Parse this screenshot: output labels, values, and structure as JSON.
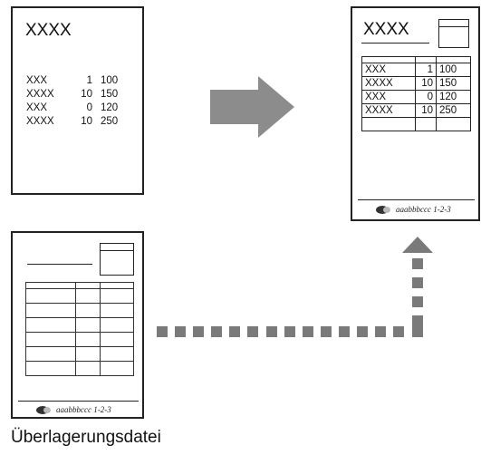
{
  "source_doc": {
    "title": "XXXX",
    "rows": [
      {
        "label": "XXX",
        "qty": "1",
        "value": "100"
      },
      {
        "label": "XXXX",
        "qty": "10",
        "value": "150"
      },
      {
        "label": "XXX",
        "qty": "0",
        "value": "120"
      },
      {
        "label": "XXXX",
        "qty": "10",
        "value": "250"
      }
    ]
  },
  "result_doc": {
    "title": "XXXX",
    "rows": [
      {
        "label": "XXX",
        "qty": "1",
        "value": "100"
      },
      {
        "label": "XXXX",
        "qty": "10",
        "value": "150"
      },
      {
        "label": "XXX",
        "qty": "0",
        "value": "120"
      },
      {
        "label": "XXXX",
        "qty": "10",
        "value": "250"
      }
    ],
    "footer_text": "aaabbbccc 1-2-3"
  },
  "overlay_doc": {
    "footer_text": "aaabbbccc 1-2-3"
  },
  "caption": "Überlagerungsdatei",
  "colors": {
    "arrow": "#8c8c8c",
    "dots": "#7a7a7a",
    "border": "#222222"
  }
}
